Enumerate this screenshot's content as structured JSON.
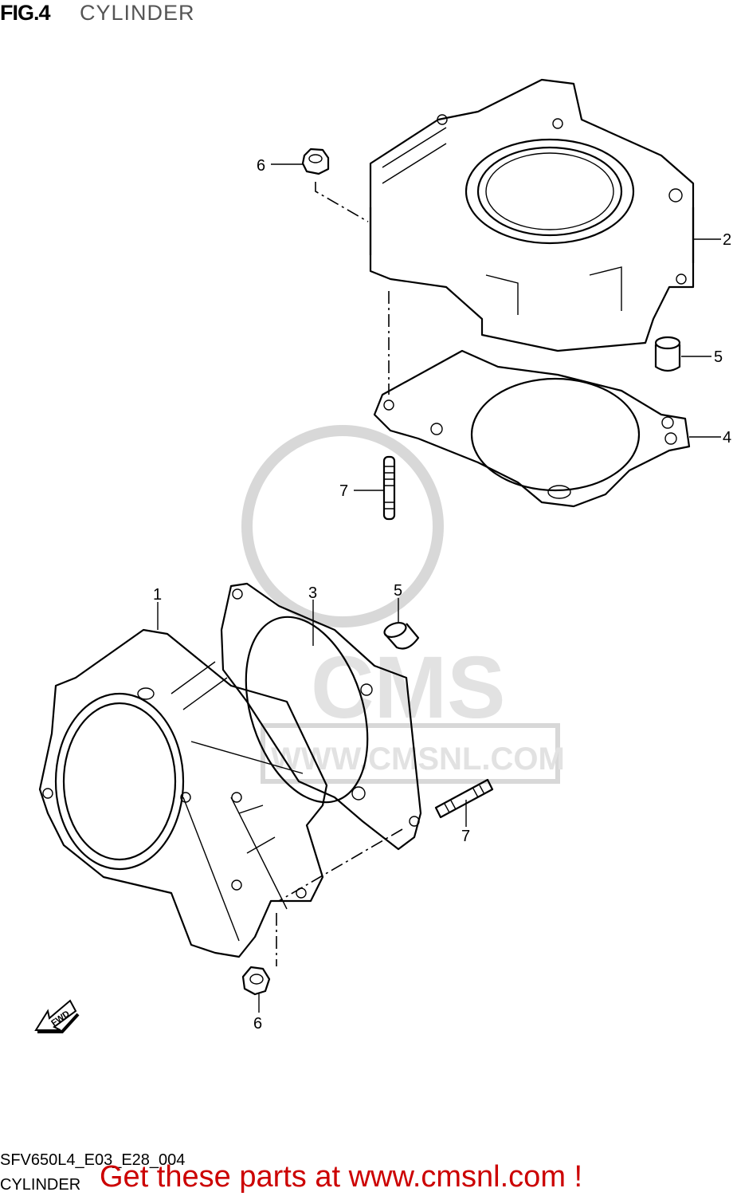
{
  "header": {
    "figure": "FIG.4",
    "title": "CYLINDER"
  },
  "callouts": {
    "top_nut": "6",
    "top_cylinder": "2",
    "top_dowel": "5",
    "top_gasket": "4",
    "top_stud": "7",
    "bottom_cylinder": "1",
    "bottom_gasket": "3",
    "bottom_dowel": "5",
    "bottom_stud": "7",
    "bottom_nut": "6"
  },
  "fwd_label": "FWD",
  "watermark": "CMS WWW.CMSNL.COM",
  "footer": {
    "diagram_code": "SFV650L4_E03_E28_004",
    "section": "CYLINDER",
    "promo": "Get these parts at www.cmsnl.com !"
  },
  "colors": {
    "promo": "#cc0000",
    "watermark": "#d8d8d8"
  }
}
